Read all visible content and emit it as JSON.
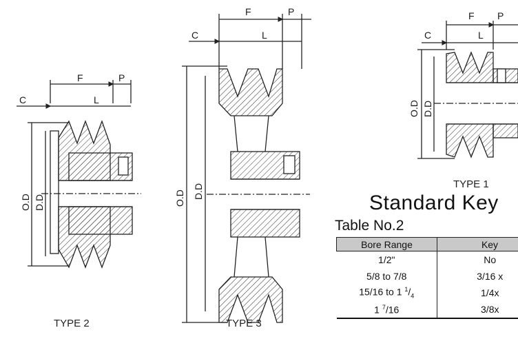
{
  "pulleys": [
    {
      "caption": "TYPE 2",
      "labels": {
        "C": "C",
        "F": "F",
        "P": "P",
        "L": "L",
        "OD": "O.D",
        "DD": "D.D"
      }
    },
    {
      "caption": "TYPE 3",
      "labels": {
        "C": "C",
        "F": "F",
        "P": "P",
        "L": "L",
        "OD": "O.D",
        "DD": "D.D"
      }
    },
    {
      "caption": "TYPE 1",
      "labels": {
        "C": "C",
        "F": "F",
        "P": "P",
        "L": "L",
        "OD": "O.D",
        "DD": "D.D"
      }
    }
  ],
  "section_title": "Standard Key",
  "table_title": "Table No.2",
  "table": {
    "headers": [
      "Bore Range",
      "Key"
    ],
    "rows": [
      {
        "bore": "1/2\"",
        "key": "No"
      },
      {
        "bore": "5/8 to 7/8",
        "key": "3/16 x"
      },
      {
        "bore_main": "15/16 to 1 ",
        "bore_sup": "1",
        "bore_sep": "/",
        "bore_sub": "4",
        "key": "1/4x"
      },
      {
        "bore_main": "1 ",
        "bore_sup": "7",
        "bore_tail": "/16",
        "key": "3/8x"
      }
    ]
  }
}
